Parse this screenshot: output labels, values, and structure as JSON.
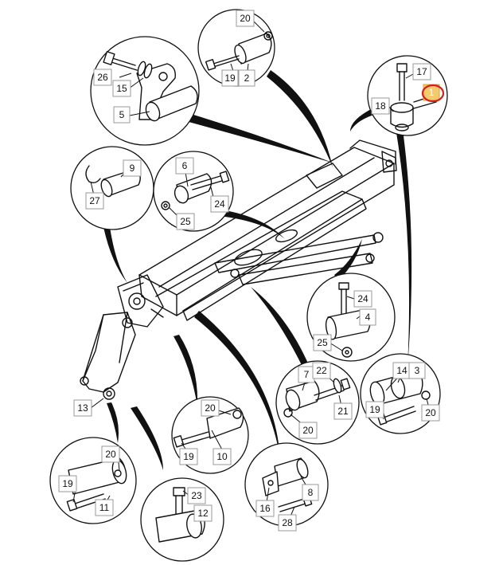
{
  "diagram": {
    "callouts": [
      {
        "id": "c20a",
        "text": "20"
      },
      {
        "id": "c19a",
        "text": "19"
      },
      {
        "id": "c2",
        "text": "2"
      },
      {
        "id": "c26",
        "text": "26"
      },
      {
        "id": "c15",
        "text": "15"
      },
      {
        "id": "c5",
        "text": "5"
      },
      {
        "id": "c17",
        "text": "17"
      },
      {
        "id": "c18",
        "text": "18"
      },
      {
        "id": "c1",
        "text": "1"
      },
      {
        "id": "c9",
        "text": "9"
      },
      {
        "id": "c27",
        "text": "27"
      },
      {
        "id": "c6",
        "text": "6"
      },
      {
        "id": "c24a",
        "text": "24"
      },
      {
        "id": "c25a",
        "text": "25"
      },
      {
        "id": "c24b",
        "text": "24"
      },
      {
        "id": "c4",
        "text": "4"
      },
      {
        "id": "c25b",
        "text": "25"
      },
      {
        "id": "c7",
        "text": "7"
      },
      {
        "id": "c22",
        "text": "22"
      },
      {
        "id": "c21",
        "text": "21"
      },
      {
        "id": "c20b",
        "text": "20"
      },
      {
        "id": "c14",
        "text": "14"
      },
      {
        "id": "c3",
        "text": "3"
      },
      {
        "id": "c19b",
        "text": "19"
      },
      {
        "id": "c20c",
        "text": "20"
      },
      {
        "id": "c13",
        "text": "13"
      },
      {
        "id": "c20d",
        "text": "20"
      },
      {
        "id": "c19c",
        "text": "19"
      },
      {
        "id": "c10",
        "text": "10"
      },
      {
        "id": "c20e",
        "text": "20"
      },
      {
        "id": "c19d",
        "text": "19"
      },
      {
        "id": "c11",
        "text": "11"
      },
      {
        "id": "c23",
        "text": "23"
      },
      {
        "id": "c12",
        "text": "12"
      },
      {
        "id": "c8",
        "text": "8"
      },
      {
        "id": "c16",
        "text": "16"
      },
      {
        "id": "c28",
        "text": "28"
      }
    ],
    "highlight_color": "#f6c96a",
    "marker_color": "#d21f1f"
  }
}
